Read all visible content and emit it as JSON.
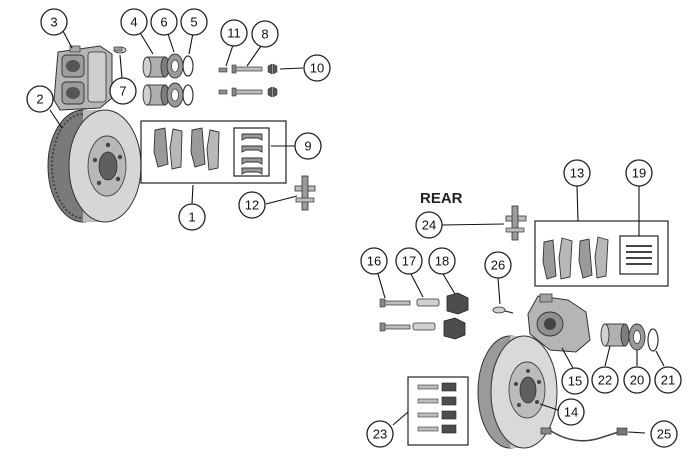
{
  "section_label": "REAR",
  "callouts": [
    {
      "key": "c1",
      "label": "1"
    },
    {
      "key": "c2",
      "label": "2"
    },
    {
      "key": "c3",
      "label": "3"
    },
    {
      "key": "c4",
      "label": "4"
    },
    {
      "key": "c5",
      "label": "5"
    },
    {
      "key": "c6",
      "label": "6"
    },
    {
      "key": "c7",
      "label": "7"
    },
    {
      "key": "c8",
      "label": "8"
    },
    {
      "key": "c9",
      "label": "9"
    },
    {
      "key": "c10",
      "label": "10"
    },
    {
      "key": "c11",
      "label": "11"
    },
    {
      "key": "c12",
      "label": "12"
    },
    {
      "key": "c13",
      "label": "13"
    },
    {
      "key": "c14",
      "label": "14"
    },
    {
      "key": "c15",
      "label": "15"
    },
    {
      "key": "c16",
      "label": "16"
    },
    {
      "key": "c17",
      "label": "17"
    },
    {
      "key": "c18",
      "label": "18"
    },
    {
      "key": "c19",
      "label": "19"
    },
    {
      "key": "c20",
      "label": "20"
    },
    {
      "key": "c21",
      "label": "21"
    },
    {
      "key": "c22",
      "label": "22"
    },
    {
      "key": "c23",
      "label": "23"
    },
    {
      "key": "c24",
      "label": "24"
    },
    {
      "key": "c25",
      "label": "25"
    },
    {
      "key": "c26",
      "label": "26"
    }
  ],
  "colors": {
    "ink": "#222222",
    "metal": "#c9c9c9",
    "metal_dark": "#8d8d8d",
    "pad": "#9a9a9a",
    "boot": "#555555"
  }
}
